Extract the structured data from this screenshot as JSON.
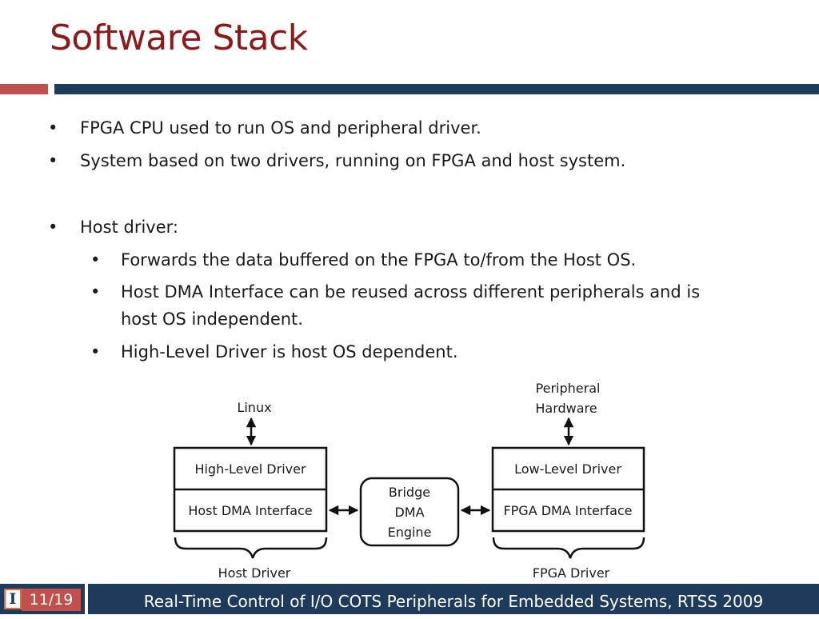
{
  "slide": {
    "title": "Software Stack"
  },
  "bullets": {
    "b1": "FPGA CPU used to run OS and peripheral driver.",
    "b2": "System based on two drivers, running on FPGA and host system.",
    "b3": "Host driver:",
    "s1": "Forwards the data buffered on the FPGA to/from the Host OS.",
    "s2_line1": "Host DMA Interface can be reused across different peripherals and is",
    "s2_line2": "host OS independent.",
    "s3": "High-Level Driver is host OS dependent.",
    "bullet_char": "•"
  },
  "diagram": {
    "linux": "Linux",
    "peripheral_line1": "Peripheral",
    "peripheral_line2": "Hardware",
    "high_level_driver": "High-Level Driver",
    "host_dma_interface": "Host DMA Interface",
    "bridge_line1": "Bridge",
    "bridge_line2": "DMA",
    "bridge_line3": "Engine",
    "low_level_driver": "Low-Level Driver",
    "fpga_dma_interface": "FPGA DMA Interface",
    "host_driver": "Host Driver",
    "fpga_driver": "FPGA Driver"
  },
  "footer": {
    "page": "11/19",
    "text": "Real-Time Control of I/O COTS Peripherals for Embedded Systems, RTSS 2009",
    "logo_letter": "I"
  },
  "colors": {
    "title": "#8b1a1a",
    "accent_red": "#c0504d",
    "navy": "#1f3b5c",
    "logo_orange": "#e5673a"
  }
}
